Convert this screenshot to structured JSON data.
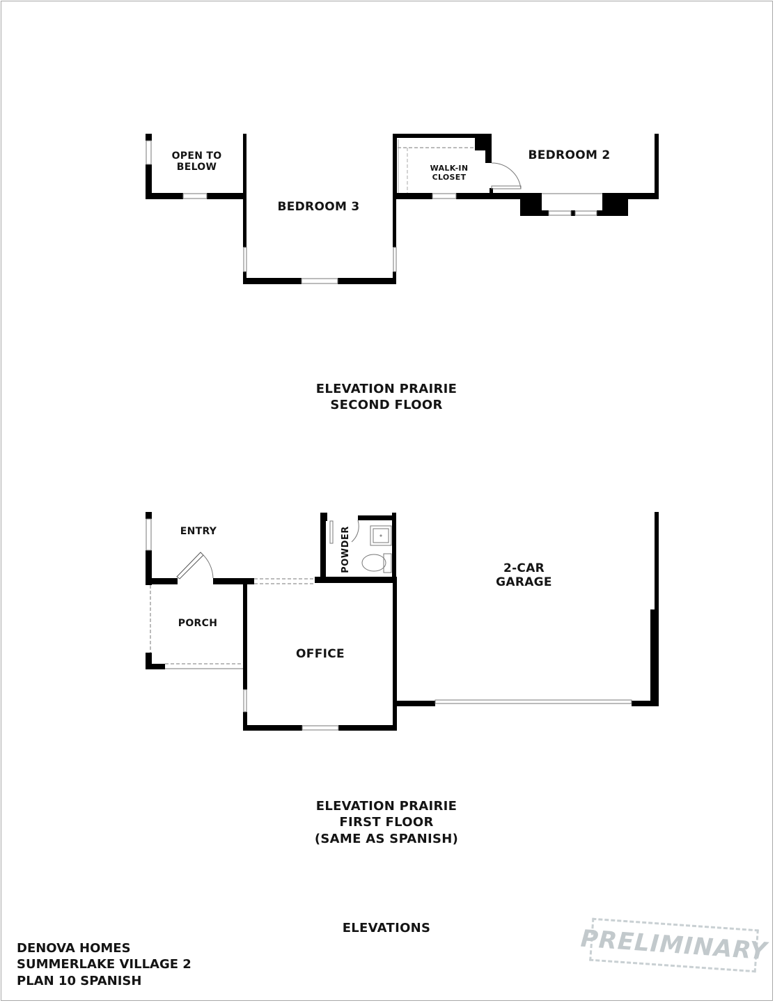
{
  "second_floor": {
    "rooms": {
      "open_to_below": "OPEN TO\nBELOW",
      "bedroom_3": "BEDROOM 3",
      "walk_in_closet": "WALK-IN\nCLOSET",
      "bedroom_2": "BEDROOM 2"
    },
    "caption": "ELEVATION PRAIRIE\nSECOND FLOOR"
  },
  "first_floor": {
    "rooms": {
      "entry": "ENTRY",
      "powder": "POWDER",
      "porch": "PORCH",
      "office": "OFFICE",
      "garage": "2-CAR\nGARAGE"
    },
    "caption": "ELEVATION PRAIRIE\nFIRST FLOOR\n(SAME AS SPANISH)"
  },
  "sheet_title": "ELEVATIONS",
  "title_block": {
    "builder": "DENOVA HOMES",
    "community": "SUMMERLAKE VILLAGE 2",
    "plan": "PLAN 10 SPANISH"
  },
  "stamp": "PRELIMINARY",
  "colors": {
    "wall": "#000000",
    "background": "#ffffff",
    "stamp": "#c2c9cc"
  }
}
